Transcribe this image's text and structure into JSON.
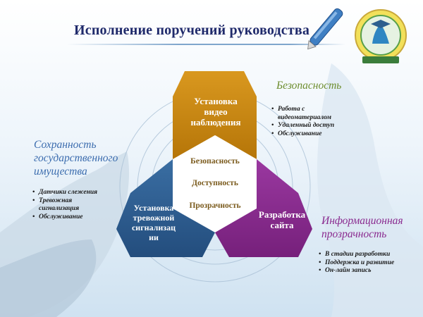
{
  "title": "Исполнение поручений руководства",
  "colors": {
    "gold": "#c6860f",
    "blue": "#2e5e92",
    "purple": "#8a2a8f",
    "heading_blue": "#3b6cae",
    "heading_green": "#6e8e2f",
    "heading_purple": "#8a2a8f",
    "center_text": "#7a5a1c"
  },
  "segments": {
    "top": [
      "Установка",
      "видео",
      "наблюдения"
    ],
    "left": [
      "Установка",
      "тревожной",
      "сигнализац",
      "ии"
    ],
    "right": [
      "Разработка",
      "сайта"
    ]
  },
  "center": [
    "Безопасность",
    "Доступность",
    "Прозрачность"
  ],
  "groups": {
    "security": {
      "heading": [
        "Безопасность"
      ],
      "items": [
        [
          "Работа с",
          "видеоматериалом"
        ],
        [
          "Удаленный доступ"
        ],
        [
          "Обслуживание"
        ]
      ]
    },
    "property": {
      "heading": [
        "Сохранность",
        "государственного",
        "имущества"
      ],
      "items": [
        [
          "Датчики слежения"
        ],
        [
          "Тревожная",
          "сигнализация"
        ],
        [
          "Обслуживание"
        ]
      ]
    },
    "transparency": {
      "heading": [
        "Информационная",
        "прозрачность"
      ],
      "items": [
        [
          "В стадии разработки"
        ],
        [
          "Поддержка и развитие"
        ],
        [
          "Он-лайн запись"
        ]
      ]
    }
  },
  "icons": {
    "logo": "emblem-logo-icon",
    "pen": "pen-icon"
  }
}
